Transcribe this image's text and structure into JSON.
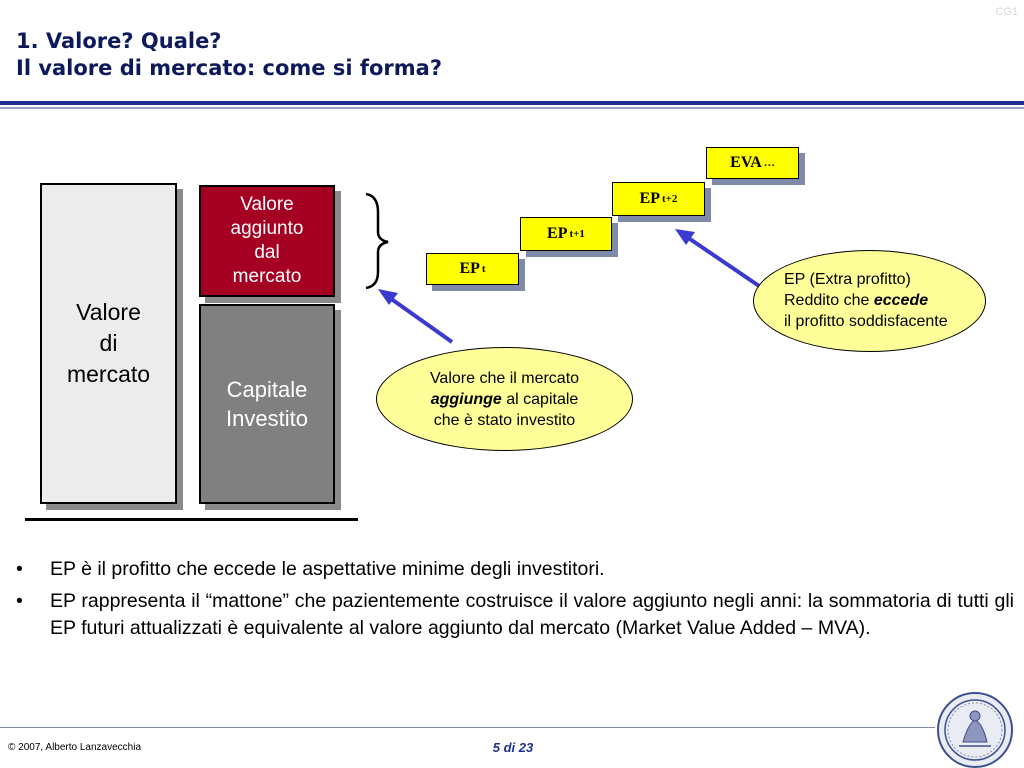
{
  "header": {
    "corner_tag": "CG1",
    "title_line1": "1. Valore? Quale?",
    "title_line2": "Il valore di mercato: come si forma?"
  },
  "diagram": {
    "market_value": [
      "Valore",
      "di",
      "mercato"
    ],
    "value_added": [
      "Valore",
      "aggiunto",
      "dal",
      "mercato"
    ],
    "capital": [
      "Capitale",
      "Investito"
    ],
    "ep_steps": [
      {
        "label": "EP",
        "sub": "t"
      },
      {
        "label": "EP",
        "sub": "t+1"
      },
      {
        "label": "EP",
        "sub": "t+2"
      },
      {
        "label": "EVA",
        "sub": "…"
      }
    ],
    "callout_left": {
      "line1": "Valore che il mercato",
      "line2_em": "aggiunge",
      "line2_rest": " al capitale",
      "line3": "che è stato investito"
    },
    "callout_right": {
      "line1": "EP (Extra profitto)",
      "line2_pre": "Reddito che ",
      "line2_em": "eccede",
      "line3": "il profitto soddisfacente"
    },
    "colors": {
      "value_added": "#a50021",
      "capital": "#808080",
      "ep_fill": "#ffff00",
      "callout_fill": "#ffff99",
      "arrow": "#3a3ad0",
      "title": "#0c1a5c"
    }
  },
  "bullets": [
    "EP è il profitto che eccede le aspettative minime degli investitori.",
    "EP rappresenta il “mattone” che pazientemente costruisce il valore aggiunto negli anni: la sommatoria di tutti gli EP futuri attualizzati è equivalente al valore aggiunto dal mercato (Market Value Added – MVA)."
  ],
  "bullet_symbol": "•",
  "footer": {
    "copyright": "©  2007, Alberto Lanzavecchia",
    "page": "5 di 23"
  }
}
